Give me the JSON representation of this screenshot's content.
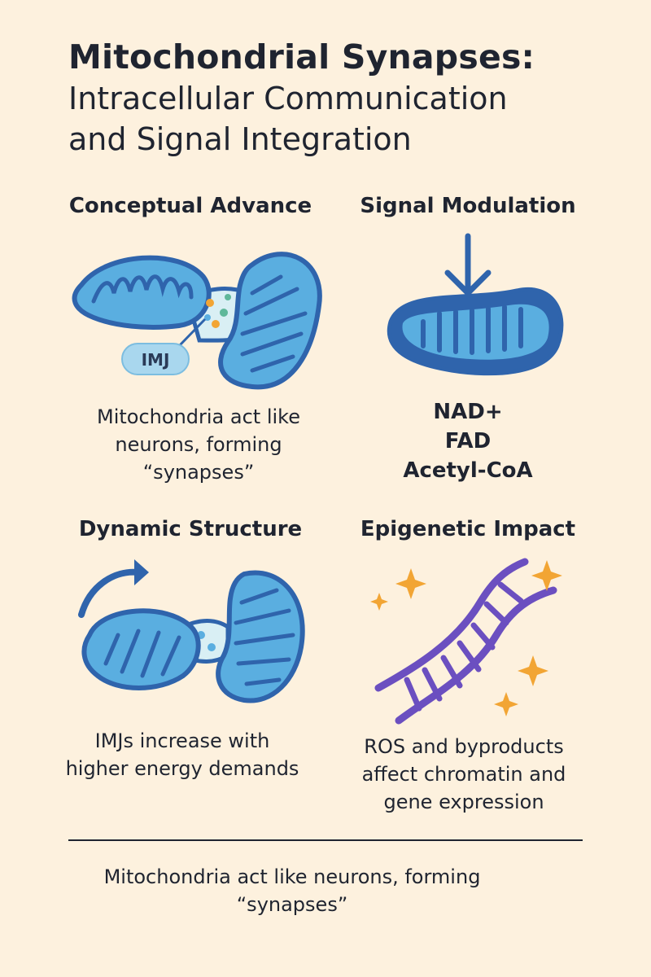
{
  "title": {
    "main": "Mitochondrial Synapses:",
    "subtitle_line1": "Intracellular Communication",
    "subtitle_line2": "and Signal Integration"
  },
  "panels": {
    "conceptual": {
      "heading": "Conceptual Advance",
      "callout": "IMJ",
      "caption_line1": "Mitochondria act like",
      "caption_line2": "neurons, forming",
      "caption_line3": "“synapses”"
    },
    "signal": {
      "heading": "Signal Modulation",
      "molecules": [
        "NAD+",
        "FAD",
        "Acetyl-CoA"
      ]
    },
    "dynamic": {
      "heading": "Dynamic Structure",
      "caption_line1": "IMJs increase with",
      "caption_line2": "higher energy demands"
    },
    "epigenetic": {
      "heading": "Epigenetic Impact",
      "caption_line1": "ROS and byproducts",
      "caption_line2": "affect chromatin and",
      "caption_line3": "gene expression"
    }
  },
  "footer": {
    "line1": "Mitochondria act like neurons, forming",
    "line2": "“synapses”"
  },
  "colors": {
    "background": "#fdf1de",
    "mito_fill": "#5aaee0",
    "mito_stroke": "#2f64ac",
    "junction_fill": "#d9eff4",
    "dna_purple": "#6b4fc0",
    "sparkle_orange": "#f2a534",
    "text": "#1f2430"
  }
}
